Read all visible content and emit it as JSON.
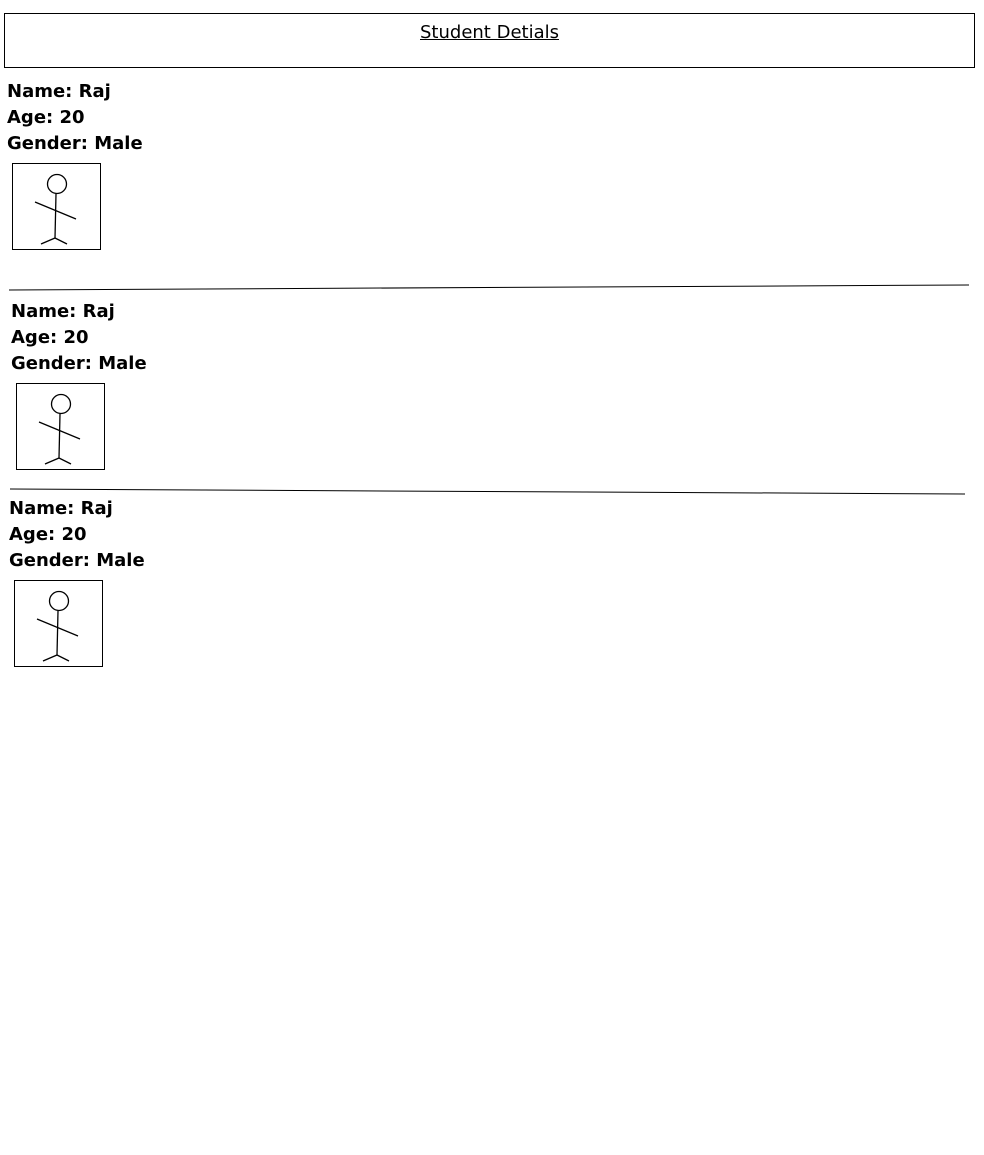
{
  "header": {
    "title": "Student Detials"
  },
  "students": [
    {
      "name_label": "Name:",
      "name": "Raj",
      "age_label": "Age:",
      "age": "20",
      "gender_label": "Gender:",
      "gender": "Male",
      "photo_icon": "stick-figure-icon"
    },
    {
      "name_label": "Name:",
      "name": "Raj",
      "age_label": "Age:",
      "age": "20",
      "gender_label": "Gender:",
      "gender": "Male",
      "photo_icon": "stick-figure-icon"
    },
    {
      "name_label": "Name:",
      "name": "Raj",
      "age_label": "Age:",
      "age": "20",
      "gender_label": "Gender:",
      "gender": "Male",
      "photo_icon": "stick-figure-icon"
    }
  ]
}
